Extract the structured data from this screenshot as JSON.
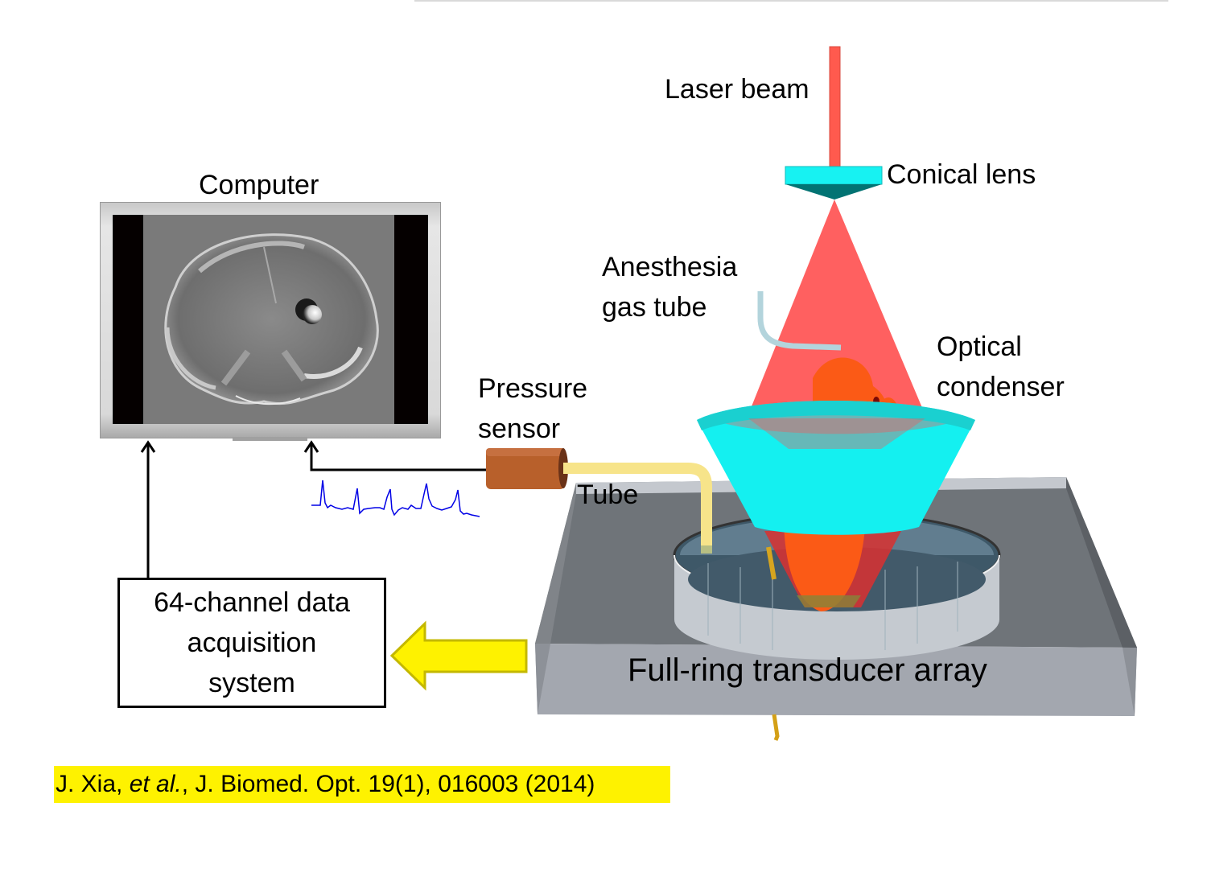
{
  "diagram": {
    "title": "Full-ring photoacoustic computed tomography system schematic",
    "labels": {
      "laser_beam": "Laser beam",
      "conical_lens": "Conical lens",
      "computer": "Computer",
      "anesthesia_line1": "Anesthesia",
      "anesthesia_line2": "gas tube",
      "optical_line1": "Optical",
      "optical_line2": "condenser",
      "pressure_line1": "Pressure",
      "pressure_line2": "sensor",
      "tube": "Tube",
      "transducer": "Full-ring transducer array"
    },
    "daq_box": {
      "lines": [
        "64-channel data",
        "acquisition",
        "system"
      ]
    },
    "citation": {
      "author": "J. Xia, ",
      "etal": "et al.",
      "rest": ", J. Biomed. Opt. 19(1), 016003 (2014)"
    },
    "colors": {
      "laser": "#ff5a4e",
      "cone": "#ff4f4f",
      "lens_cyan": "#17f2f2",
      "lens_dark": "#027373",
      "condenser_cyan": "#14f0f0",
      "mouse_orange": "#fb5a16",
      "tube_yellow": "#f7e48a",
      "sensor_brown": "#b8602b",
      "tank_gray": "#8e939a",
      "arrow_yellow": "#fef200",
      "arrow_outline": "#c4b800",
      "signal_blue": "#0000e6",
      "citation_highlight": "#fef200"
    },
    "connections": [
      {
        "from": "64-channel data acquisition system",
        "to": "Computer",
        "type": "arrow"
      },
      {
        "from": "Pressure sensor",
        "to": "Computer",
        "type": "arrow"
      },
      {
        "from": "Full-ring transducer array",
        "to": "64-channel data acquisition system",
        "type": "block-arrow"
      }
    ]
  }
}
